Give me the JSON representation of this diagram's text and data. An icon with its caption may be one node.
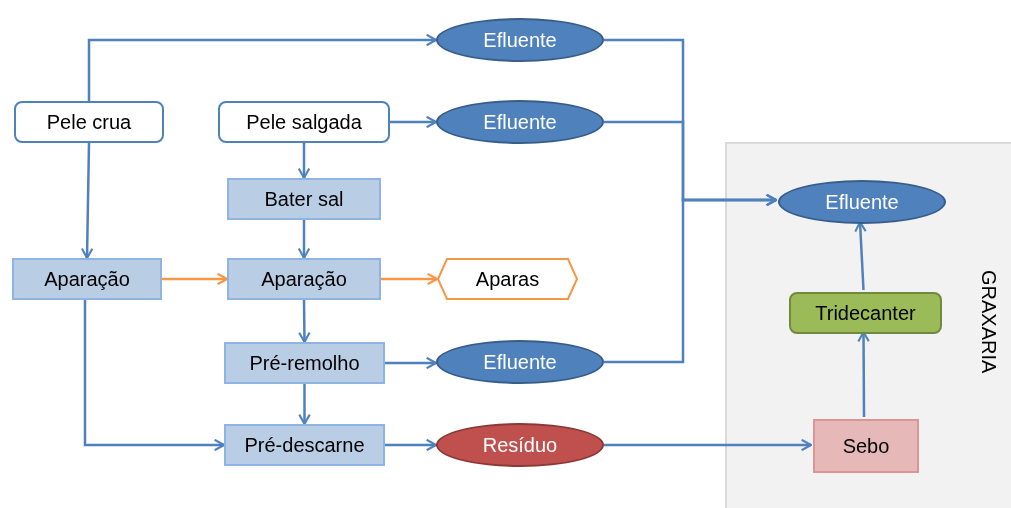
{
  "diagram": {
    "nodes": [
      {
        "text": [
          "Pele crua"
        ]
      },
      {
        "text": [
          "Pele salgada"
        ]
      },
      {
        "text": [
          "Efluente"
        ]
      },
      {
        "text": [
          "Efluente"
        ]
      },
      {
        "text": [
          "Bater sal"
        ]
      },
      {
        "text": [
          "Aparação"
        ]
      },
      {
        "text": [
          "Aparação"
        ]
      },
      {
        "text": [
          "Aparas"
        ]
      },
      {
        "text": [
          "Pré-remolho"
        ]
      },
      {
        "text": [
          "Efluente"
        ]
      },
      {
        "text": [
          "Pré-descarne"
        ]
      },
      {
        "text": [
          "Resíduo"
        ]
      },
      {
        "text": [
          "GRAXARIA"
        ]
      },
      {
        "text": [
          "Efluente"
        ],
        "in": 12
      },
      {
        "text": [
          "Tridecanter"
        ],
        "in": 12
      },
      {
        "text": [
          "Sebo"
        ],
        "in": 12
      }
    ],
    "edges": [
      {
        "from": 0,
        "to": 2,
        "arrow": "to"
      },
      {
        "from": 0,
        "to": 5,
        "arrow": "to"
      },
      {
        "from": 1,
        "to": 3,
        "arrow": "to"
      },
      {
        "from": 1,
        "to": 4,
        "arrow": "to"
      },
      {
        "from": 4,
        "to": 6,
        "arrow": "to"
      },
      {
        "from": 5,
        "to": 6,
        "arrow": "to",
        "color": "#f79646"
      },
      {
        "from": 6,
        "to": 7,
        "arrow": "to",
        "color": "#f79646"
      },
      {
        "from": 6,
        "to": 8,
        "arrow": "to"
      },
      {
        "from": 8,
        "to": 9,
        "arrow": "to"
      },
      {
        "from": 8,
        "to": 10,
        "arrow": "to"
      },
      {
        "from": 5,
        "to": 10,
        "arrow": "to"
      },
      {
        "from": 10,
        "to": 11,
        "arrow": "to"
      },
      {
        "from": 2,
        "to": 13,
        "arrow": "to"
      },
      {
        "from": 3,
        "to": 13,
        "arrow": "to"
      },
      {
        "from": 9,
        "to": 13,
        "arrow": "to"
      },
      {
        "from": 11,
        "to": 15,
        "arrow": "to"
      },
      {
        "from": 15,
        "to": 14,
        "arrow": "to"
      },
      {
        "from": 14,
        "to": 13,
        "arrow": "to"
      }
    ]
  }
}
